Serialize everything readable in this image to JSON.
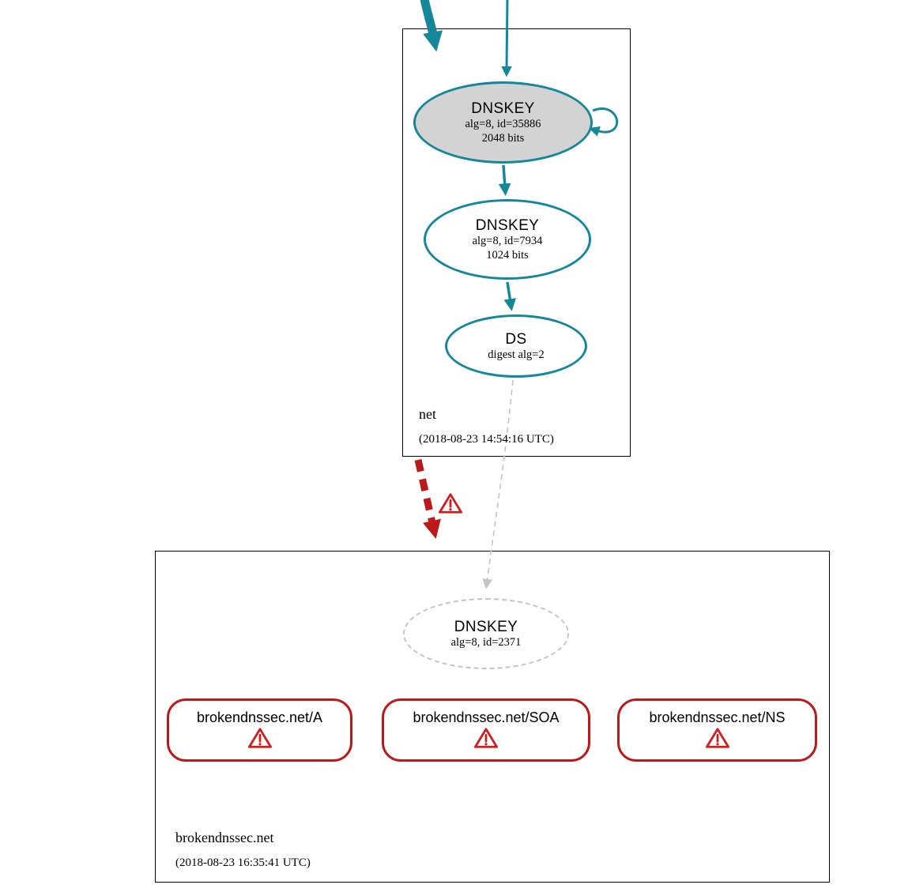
{
  "zones": {
    "net": {
      "name": "net",
      "timestamp": "(2018-08-23 14:54:16 UTC)",
      "ksk": {
        "title": "DNSKEY",
        "alg": "alg=8, id=35886",
        "bits": "2048 bits"
      },
      "zsk": {
        "title": "DNSKEY",
        "alg": "alg=8, id=7934",
        "bits": "1024 bits"
      },
      "ds": {
        "title": "DS",
        "detail": "digest alg=2"
      }
    },
    "child": {
      "name": "brokendnssec.net",
      "timestamp": "(2018-08-23 16:35:41 UTC)",
      "dnskey": {
        "title": "DNSKEY",
        "alg": "alg=8, id=2371"
      },
      "rrsets": [
        {
          "label": "brokendnssec.net/A"
        },
        {
          "label": "brokendnssec.net/SOA"
        },
        {
          "label": "brokendnssec.net/NS"
        }
      ]
    }
  },
  "colors": {
    "secure_teal": "#16879a",
    "error_red": "#bb1a1a",
    "warning_icon_red": "#cc2020",
    "ksk_fill_gray": "#d3d3d3",
    "missing_dashed_gray": "#c4c4c4",
    "zone_box_border": "#000000"
  },
  "icons": {
    "warning": "warning-icon"
  }
}
